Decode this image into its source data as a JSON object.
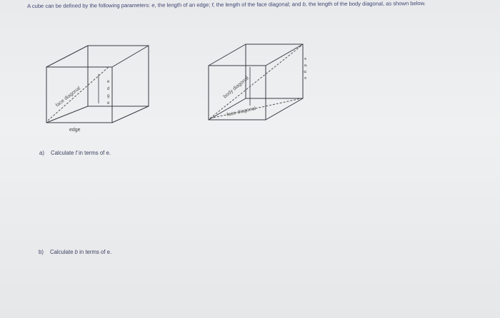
{
  "intro": {
    "p1": "A cube can be defined by the following parameters: ",
    "e": "e",
    "p2": ", the length of an edge; ",
    "f": "f",
    "p3": ", the length of the face diagonal; and ",
    "b": "b",
    "p4": ", the length of the body diagonal, as shown below."
  },
  "left_cube": {
    "face_label": "face diagonal",
    "edge_label": "edge",
    "side_letters": [
      "e",
      "d",
      "g",
      "e"
    ]
  },
  "right_cube": {
    "body_label": "body diagonal",
    "face_label": "face diagonal",
    "side_letters": [
      "e",
      "d",
      "g",
      "e"
    ]
  },
  "questions": [
    {
      "label": "a)",
      "pre": "Calculate ",
      "var": "f",
      "post": " in terms of e."
    },
    {
      "label": "b)",
      "pre": "Calculate ",
      "var": "b",
      "post": " in terms of e."
    }
  ]
}
